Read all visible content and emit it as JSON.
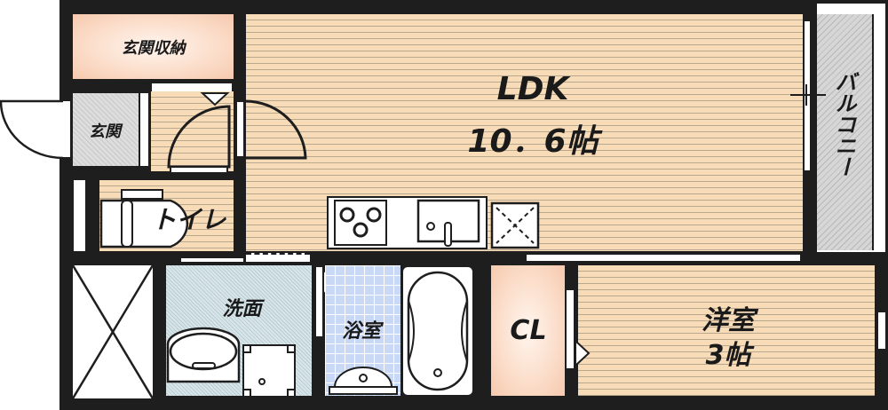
{
  "rooms": {
    "ldk": {
      "name": "LDK",
      "size": "10．6帖"
    },
    "genkan_storage": {
      "name": "玄関収納"
    },
    "genkan": {
      "name": "玄関"
    },
    "toilet": {
      "name": "トイレ"
    },
    "washroom": {
      "name": "洗面"
    },
    "bathroom": {
      "name": "浴室"
    },
    "closet": {
      "name": "CL"
    },
    "western_room": {
      "name": "洋室",
      "size": "3帖"
    },
    "balcony": {
      "name": "バルコニー"
    }
  },
  "colors": {
    "wall": "#1e1e1e",
    "floor": "#f8dcb8",
    "storage": "#fbdcc8",
    "bath_tile": "#c9d9f5",
    "balcony": "#d6d6d6"
  }
}
